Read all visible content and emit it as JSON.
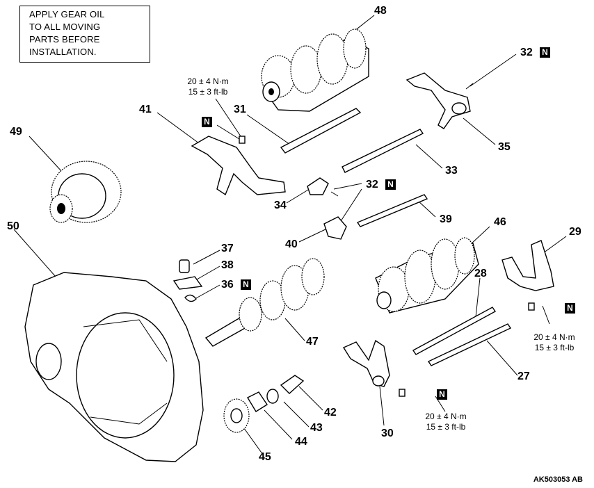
{
  "note": {
    "lines": [
      "APPLY GEAR OIL",
      "TO ALL MOVING",
      "PARTS BEFORE",
      "INSTALLATION."
    ],
    "icon": "oil-can-icon"
  },
  "torque_spec": {
    "nm": "20 ± 4 N·m",
    "ftlb": "15 ± 3 ft-lb"
  },
  "n_mark": "N",
  "callouts": [
    "48",
    "32",
    "31",
    "41",
    "35",
    "49",
    "33",
    "34",
    "39",
    "50",
    "40",
    "46",
    "29",
    "37",
    "38",
    "36",
    "28",
    "47",
    "27",
    "42",
    "43",
    "30",
    "44",
    "45"
  ],
  "figure_ref": "AK503053 AB"
}
